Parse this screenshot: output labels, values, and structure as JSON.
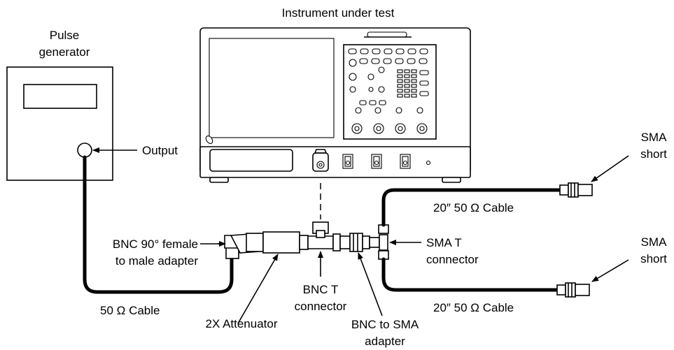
{
  "labels": {
    "instrument_title": "Instrument under test",
    "pulse_gen_line1": "Pulse",
    "pulse_gen_line2": "generator",
    "output": "Output",
    "bnc90_line1": "BNC 90° female",
    "bnc90_line2": "to male adapter",
    "cable_50": "50 Ω Cable",
    "attenuator": "2X Attenuator",
    "bnc_t_line1": "BNC T",
    "bnc_t_line2": "connector",
    "bnc_sma_line1": "BNC to SMA",
    "bnc_sma_line2": "adapter",
    "sma_t_line1": "SMA T",
    "sma_t_line2": "connector",
    "cable_20_upper": "20″ 50 Ω Cable",
    "cable_20_lower": "20″ 50 Ω Cable",
    "sma_short_upper_line1": "SMA",
    "sma_short_upper_line2": "short",
    "sma_short_lower_line1": "SMA",
    "sma_short_lower_line2": "short"
  },
  "colors": {
    "line": "#000000",
    "background": "#ffffff"
  }
}
